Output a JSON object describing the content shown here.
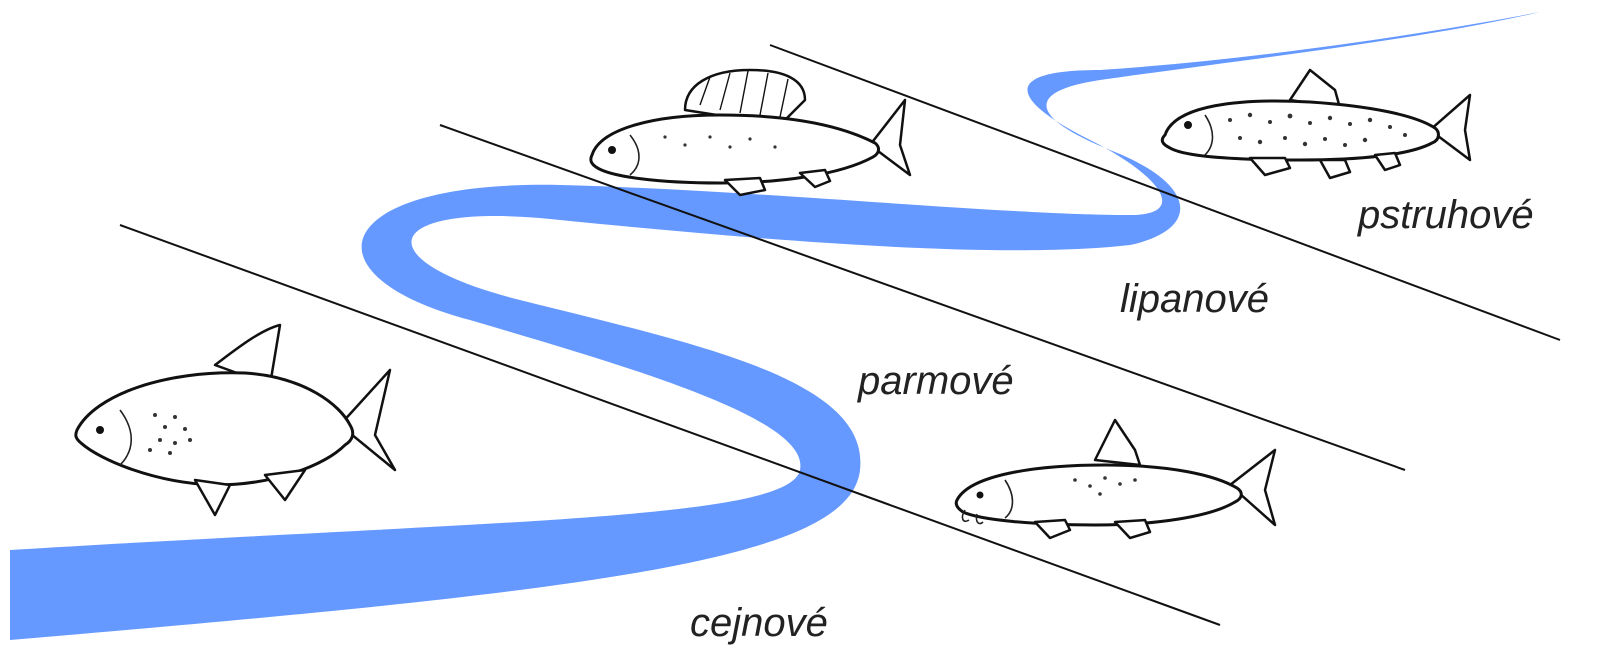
{
  "colors": {
    "river": "#6699ff",
    "zone_line": "#111111",
    "label": "#222222"
  },
  "zones": [
    {
      "id": "pstruhove",
      "label": "pstruhové",
      "fish_icon": "trout-icon"
    },
    {
      "id": "lipanove",
      "label": "lipanové",
      "fish_icon": "grayling-icon"
    },
    {
      "id": "parmove",
      "label": "parmové",
      "fish_icon": "barbel-icon"
    },
    {
      "id": "cejnove",
      "label": "cejnové",
      "fish_icon": "bream-icon"
    }
  ]
}
